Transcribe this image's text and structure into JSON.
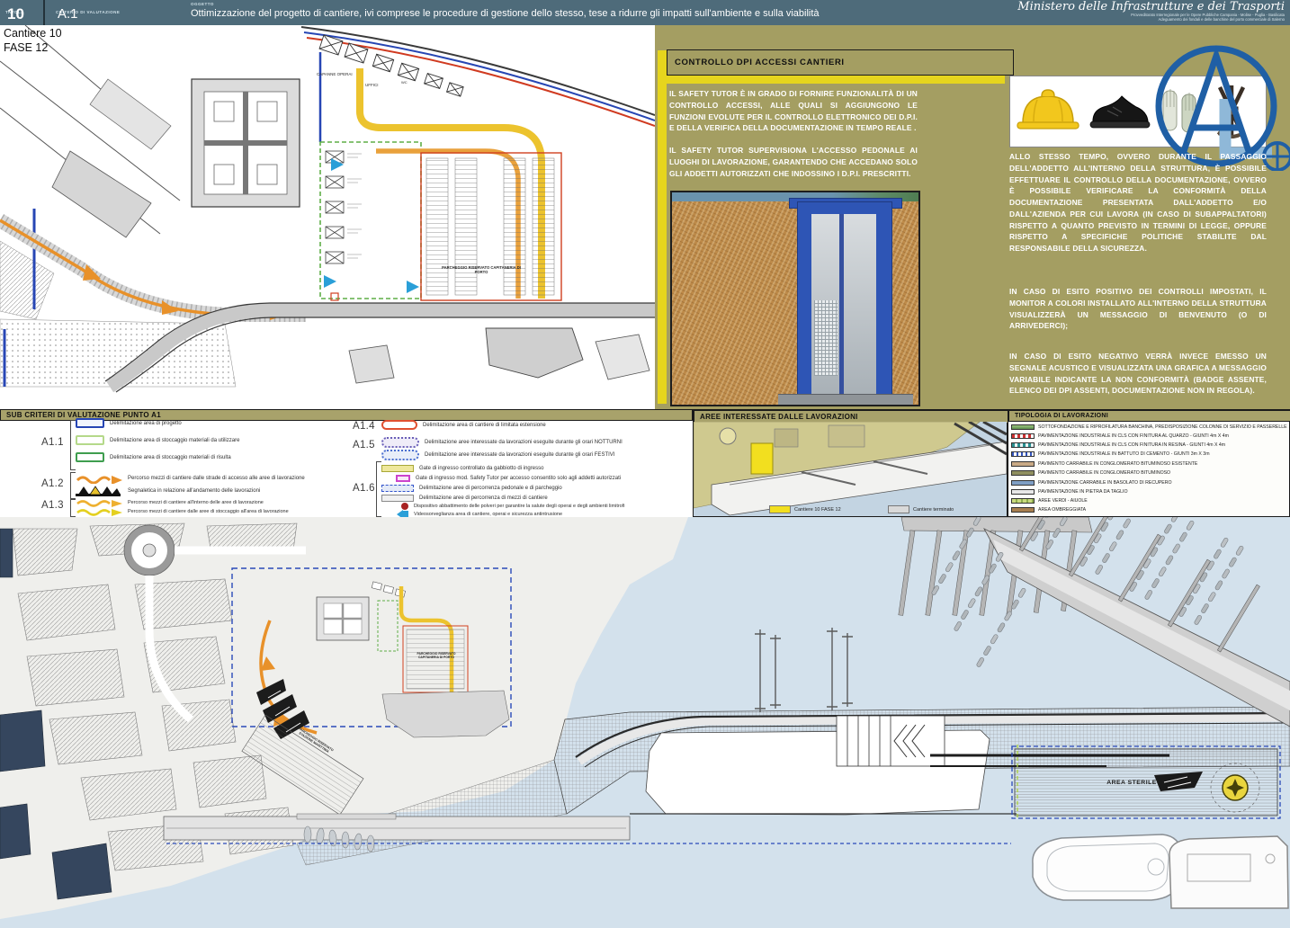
{
  "header": {
    "tavola_label": "TAVOLA",
    "tavola_value": "10",
    "criterio_label": "CRITERIO DI VALUTAZIONE",
    "criterio_value": "A.1",
    "oggetto_label": "OGGETTO",
    "oggetto_text": "Ottimizzazione del progetto di cantiere, ivi comprese le procedure di gestione dello stesso, tese a ridurre gli impatti sull'ambiente e sulla viabilità",
    "ministry": "Ministero delle Infrastrutture e dei Trasporti",
    "ministry_sub1": "Provveditorato Interregionale per le Opere Pubbliche Campania - Molise - Puglia - Basilicata",
    "ministry_sub2": "Adeguamento dei fondali e delle banchine del porto commerciale di Salerno"
  },
  "plan": {
    "phase_line1": "Cantiere 10",
    "phase_line2": "FASE 12",
    "capanne": "CAPANNE OPERAI",
    "uffici": "UFFICI",
    "wc": "WC",
    "parcheggio": "PARCHEGGIO RISERVATO CAPITANERIA DI PORTO"
  },
  "dpi": {
    "title": "CONTROLLO DPI ACCESSI CANTIERI",
    "para1": "IL SAFETY TUTOR È IN GRADO DI FORNIRE FUNZIONALITÀ DI UN CONTROLLO ACCESSI, ALLE QUALI SI AGGIUNGONO LE FUNZIONI EVOLUTE PER IL CONTROLLO ELETTRONICO DEI D.P.I. E DELLA VERIFICA DELLA DOCUMENTAZIONE IN TEMPO REALE .",
    "para2": "IL SAFETY TUTOR SUPERVISIONA L'ACCESSO PEDONALE AI LUOGHI DI LAVORAZIONE, GARANTENDO CHE ACCEDANO SOLO GLI ADDETTI AUTORIZZATI CHE INDOSSINO I D.P.I. PRESCRITTI.",
    "para3": "ALLO STESSO TEMPO, OVVERO DURANTE IL PASSAGGIO DELL'ADDETTO ALL'INTERNO DELLA STRUTTURA, È POSSIBILE EFFETTUARE IL CONTROLLO DELLA DOCUMENTAZIONE, OVVERO È POSSIBILE VERIFICARE LA CONFORMITÀ DELLA DOCUMENTAZIONE PRESENTATA DALL'ADDETTO E/O DALL'AZIENDA PER CUI LAVORA (IN CASO DI SUBAPPALTATORI) RISPETTO A QUANTO PREVISTO IN TERMINI DI LEGGE, OPPURE RISPETTO A SPECIFICHE POLITICHE STABILITE DAL RESPONSABILE DELLA SICUREZZA.",
    "para4": "IN CASO DI ESITO POSITIVO DEI CONTROLLI IMPOSTATI, IL MONITOR A COLORI INSTALLATO ALL'INTERNO DELLA STRUTTURA VISUALIZZERÀ UN MESSAGGIO DI BENVENUTO (O DI ARRIVEDERCI);",
    "para5": "IN CASO DI ESITO NEGATIVO VERRÀ INVECE EMESSO UN SEGNALE ACUSTICO E VISUALIZZATA UNA GRAFICA A MESSAGGIO VARIABILE INDICANTE LA NON CONFORMITÀ (BADGE ASSENTE, ELENCO DEI DPI ASSENTI, DOCUMENTAZIONE NON IN REGOLA)."
  },
  "sub_criteri": {
    "title": "SUB CRITERI DI VALUTAZIONE PUNTO A1",
    "groups": [
      {
        "code": "A1.1",
        "items": [
          {
            "label": "Delimitazione area di progetto"
          },
          {
            "label": "Delimitazione area di stoccaggio materiali da utilizzare"
          },
          {
            "label": "Delimitazione area di stoccaggio materiali di risulta"
          }
        ]
      },
      {
        "code": "A1.2",
        "items": [
          {
            "label": "Percorso mezzi di cantiere dalle strade di accesso alle aree di lavorazione"
          },
          {
            "label": "Segnaletica in relazione all'andamento delle lavorazioni"
          }
        ]
      },
      {
        "code": "A1.3",
        "items": [
          {
            "label": "Percorso mezzi di cantiere all'interno delle aree di lavorazione"
          },
          {
            "label": "Percorso mezzi di cantiere dalle aree di stoccaggio all'area di lavorazione"
          }
        ]
      },
      {
        "code": "A1.4",
        "items": [
          {
            "label": "Delimitazione area di cantiere di limitata estensione"
          }
        ]
      },
      {
        "code": "A1.5",
        "items": [
          {
            "label": "Delimitazione aree interessate da lavorazioni eseguite durante gli orari NOTTURNI"
          },
          {
            "label": "Delimitazione aree interessate da lavorazioni eseguite durante gli orari FESTIVI"
          }
        ]
      },
      {
        "code": "A1.6",
        "items": [
          {
            "label": "Gate di ingresso controllato da gabbiotto di ingresso"
          },
          {
            "label": "Gate di ingresso mod. Safety Tutor per accesso consentito solo agli addetti autorizzati"
          },
          {
            "label": "Delimitazione aree di percorrenza pedonale e di parcheggio"
          },
          {
            "label": "Delimitazione aree di percorrenza di mezzi di cantiere"
          },
          {
            "label": "Dispositivo abbattimento delle polveri per garantire la salute degli operai e degli ambienti limitrofi"
          },
          {
            "label": "Videosorveglianza area di cantiere, operai e sicurezza antintrusione"
          }
        ]
      }
    ]
  },
  "aree": {
    "title": "AREE INTERESSATE DALLE LAVORAZIONI",
    "legend": [
      {
        "label": "Cantiere 10 FASE 12",
        "color": "#f2df1f"
      },
      {
        "label": "Cantiere terminato",
        "color": "#d9d9d9"
      }
    ]
  },
  "tipologia": {
    "title": "TIPOLOGIA DI LAVORAZIONI",
    "items": [
      "SOTTOFONDAZIONE E RIPROFILATURA BANCHINA, PREDISPOSIZIONE COLONNE DI SERVIZIO E PASSERELLE",
      "PAVIMENTAZIONE INDUSTRIALE IN CLS CON FINITURA AL QUARZO - GIUNTI 4m X 4m",
      "PAVIMENTAZIONE INDUSTRIALE IN CLS CON FINITURA IN RESINA - GIUNTI 4m X 4m",
      "PAVIMENTAZIONE INDUSTRIALE IN BATTUTO DI CEMENTO - GIUNTI 3m X 3m",
      "PAVIMENTO CARRABILE IN CONGLOMERATO BITUMINOSO ESISTENTE",
      "PAVIMENTO CARRABILE IN CONGLOMERATO BITUMINOSO",
      "PAVIMENTAZIONE CARRABILE IN BASOLATO DI RECUPERO",
      "PAVIMENTAZIONE IN PIETRA DA TAGLIO",
      "AREE VERDI - AIUOLE",
      "AREA OMBREGGIATA"
    ]
  },
  "map": {
    "area_sterile": "AREA STERILE",
    "parcheggio_mini": "PARCHEGGIO RISERVATO CAPITANERIA DI PORTO",
    "parcheggio_staz": "PARCHEGGIO RISERVATO STAZIONE MARITTIMA"
  },
  "colors": {
    "accent_yellow": "#e6d51d",
    "olive": "#a49e62",
    "header_blue": "#4e6b7a",
    "water": "#d3e1ec"
  }
}
